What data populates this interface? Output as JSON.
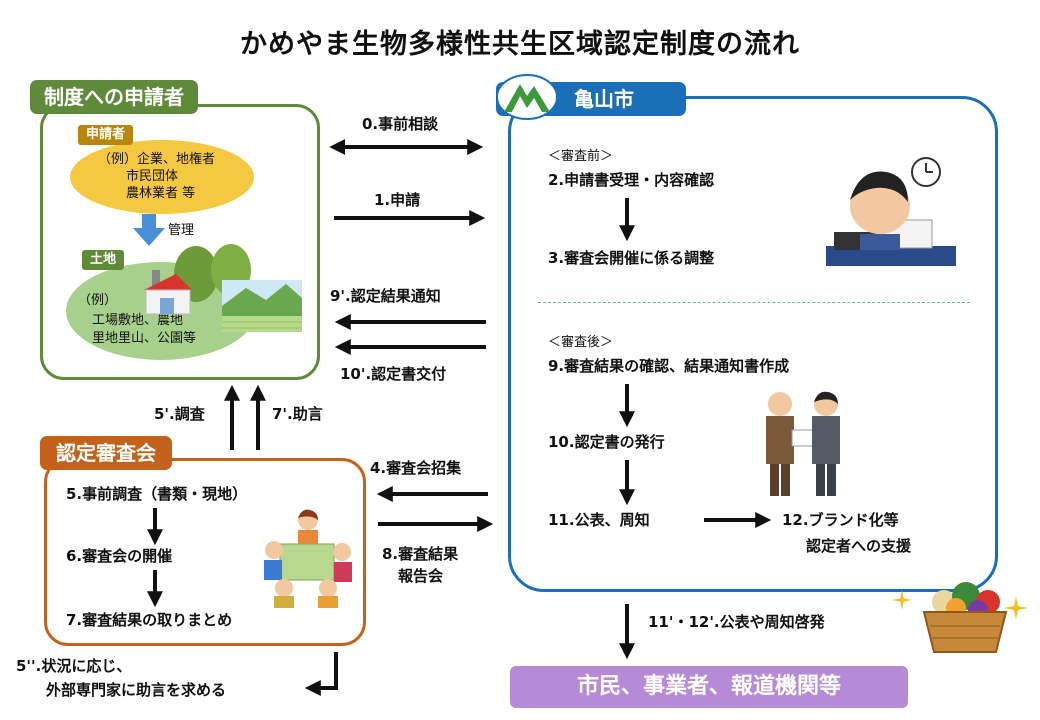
{
  "title": "かめやま生物多様性共生区域認定制度の流れ",
  "colors": {
    "applicant": "#5e8a3a",
    "city": "#1a6fb8",
    "committee": "#c4621c",
    "public": "#b58ad6",
    "yellow": "#f5c842",
    "green_light": "#a8d08d"
  },
  "applicant": {
    "header": "制度への申請者",
    "applicant_tag": "申請者",
    "applicant_lines": [
      "（例）企業、地権者",
      "市民団体",
      "農林業者 等"
    ],
    "manage": "管理",
    "land_tag": "土地",
    "land_lines": [
      "（例）",
      "工場敷地、農地",
      "里地里山、公園等"
    ]
  },
  "city": {
    "header": "亀山市",
    "pre_label": "＜審査前＞",
    "step2": "2.申請書受理・内容確認",
    "step3": "3.審査会開催に係る調整",
    "post_label": "＜審査後＞",
    "step9": "9.審査結果の確認、結果通知書作成",
    "step10": "10.認定書の発行",
    "step11": "11.公表、周知",
    "step12_line1": "12.ブランド化等",
    "step12_line2": "認定者への支援"
  },
  "committee": {
    "header": "認定審査会",
    "step5": "5.事前調査（書類・現地）",
    "step6": "6.審査会の開催",
    "step7": "7.審査結果の取りまとめ"
  },
  "arrows": {
    "consult": "0.事前相談",
    "apply": "1.申請",
    "notify": "9'.認定結果通知",
    "cert": "10'.認定書交付",
    "convene": "4.審査会招集",
    "report_line1": "8.審査結果",
    "report_line2": "報告会",
    "survey": "5'.調査",
    "advice": "7'.助言",
    "expert_line1": "5''.状況に応じ、",
    "expert_line2": "外部専門家に助言を求める",
    "publicize": "11'・12'.公表や周知啓発"
  },
  "public": {
    "label": "市民、事業者、報道機関等"
  },
  "icons": [
    "down-arrow-icon",
    "factory-icon",
    "mountain-logo-icon",
    "worker-icon",
    "clock-icon",
    "businessmen-icon",
    "meeting-icon",
    "vegetable-basket-icon",
    "sparkle-icon"
  ]
}
